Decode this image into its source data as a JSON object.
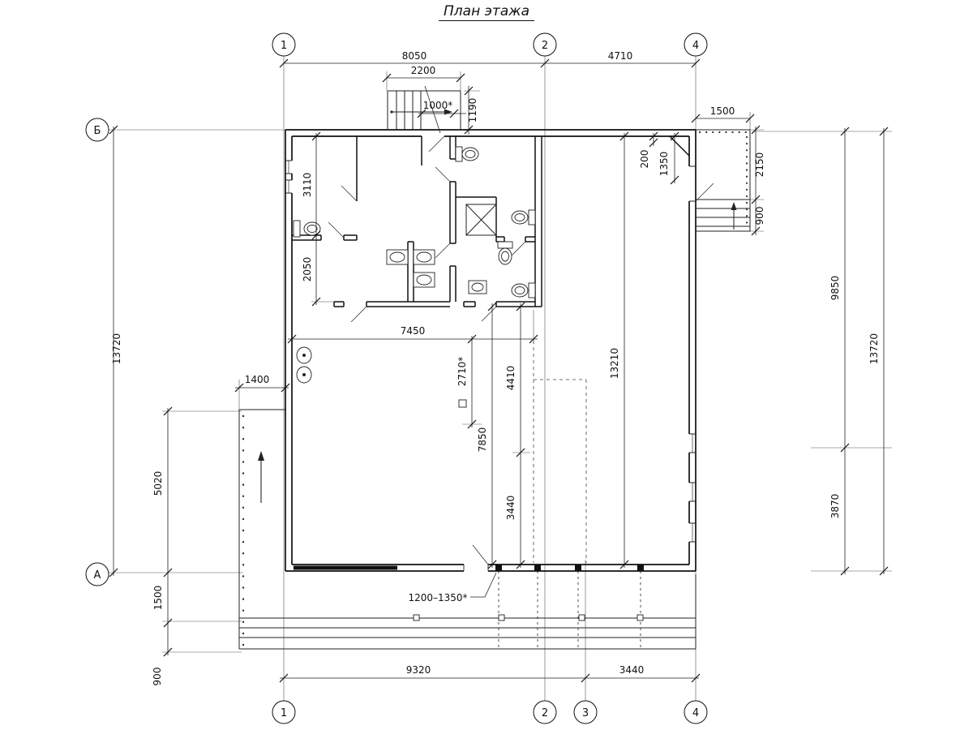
{
  "title": "План этажа",
  "axis_markers": {
    "top": [
      "1",
      "2",
      "4"
    ],
    "bottom": [
      "1",
      "2",
      "3",
      "4"
    ],
    "left": [
      "Б",
      "А"
    ]
  },
  "dims": {
    "d8050": "8050",
    "d4710": "4710",
    "d2200": "2200",
    "d1000": "1000*",
    "d1190": "1190",
    "d1500_balcony": "1500",
    "d200": "200",
    "d1350": "1350",
    "d2150": "2150",
    "d900_balcony": "900",
    "d3110": "3110",
    "d2050": "2050",
    "d7450": "7450",
    "d2710": "2710*",
    "d4410": "4410",
    "d13210": "13210",
    "d7850": "7850",
    "d3440_hall": "3440",
    "d9850": "9850",
    "d3870": "3870",
    "d13720_right": "13720",
    "d13720_left": "13720",
    "d1400": "1400",
    "d5020": "5020",
    "d1500_porch": "1500",
    "d900_porch": "900",
    "d1200_1350": "1200–1350*",
    "d9320": "9320",
    "d3440_bottom": "3440"
  }
}
